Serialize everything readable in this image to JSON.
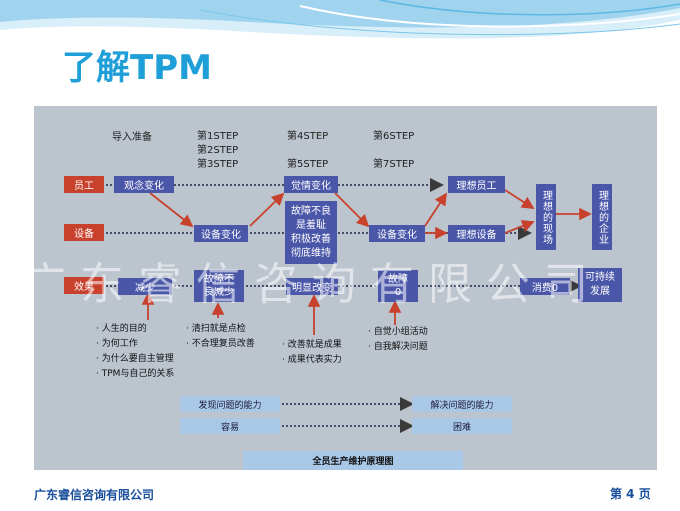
{
  "slide": {
    "title": "了解TPM",
    "footer_company": "广东睿信咨询有限公司",
    "footer_page": "第 4 页",
    "watermark": "广东睿信咨询有限公司"
  },
  "diagram": {
    "stages": [
      "导入准备",
      "第1STEP",
      "第2STEP",
      "第3STEP",
      "第4STEP",
      "第5STEP",
      "第6STEP",
      "第7STEP"
    ],
    "row_labels": [
      "员工",
      "设备",
      "效果"
    ],
    "boxes": {
      "concept_change": "观念变化",
      "feeling_change": "觉情变化",
      "ideal_staff": "理想员工",
      "equipment_change_1": "设备变化",
      "defect_box": "故障不良\n是羞耻\n积极改善\n彻底维持",
      "equipment_change_2": "设备变化",
      "ideal_equipment": "理想设备",
      "ideal_site": "理想的现场",
      "ideal_enterprise": "理想的企业",
      "effect_1": "减少",
      "effect_2": "故障不\n良减少",
      "effect_3": "明显改变",
      "effect_4": "故障\n0",
      "effect_5": "消费0",
      "sustainable": "可持续\n发展"
    },
    "notes": {
      "col1": [
        "人生的目的",
        "为何工作",
        "为什么要自主管理",
        "TPM与自己的关系"
      ],
      "col2": [
        "清扫就是点检",
        "不合理复员改善"
      ],
      "col3": [
        "改善就是成果",
        "成果代表实力"
      ],
      "col4": [
        "自觉小组活动",
        "自我解决问题"
      ]
    },
    "bottom": {
      "discover": "发现问题的能力",
      "solve": "解决问题的能力",
      "easy": "容易",
      "hard": "困难"
    },
    "caption": "全员生产维护原理图"
  },
  "colors": {
    "title": "#1f9fd8",
    "box": "#4a56a8",
    "label": "#c8412c",
    "arrow": "#c8412c",
    "panel": "#bcc4ce",
    "footer": "#1a4f9b"
  }
}
